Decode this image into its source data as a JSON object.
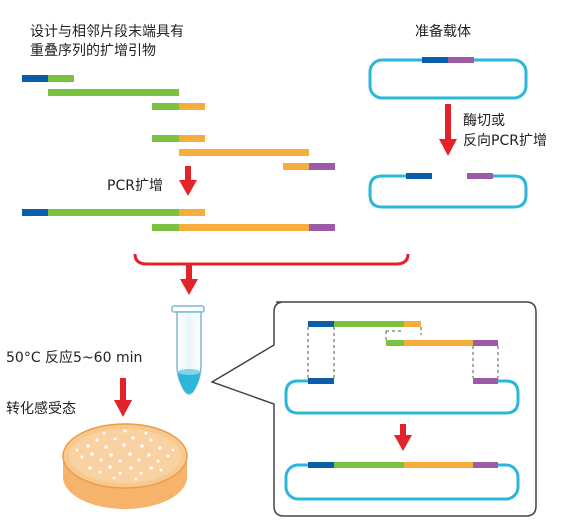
{
  "labels": {
    "primer_design_line1": "设计与相邻片段末端具有",
    "primer_design_line2": "重叠序列的扩增引物",
    "prepare_vector": "准备载体",
    "digest_line1": "酶切或",
    "digest_line2": "反向PCR扩增",
    "pcr_amplify": "PCR扩增",
    "reaction": "50°C 反应5~60 min",
    "transform": "转化感受态"
  },
  "colors": {
    "blue": "#0a5ea8",
    "green": "#7cc242",
    "orange": "#f6ad3c",
    "purple": "#9b5ba5",
    "cyan": "#2bb7d9",
    "red": "#e4222a",
    "dish_orange": "#f5b36b",
    "dish_fill": "#f7c98f",
    "gray": "#555555"
  }
}
